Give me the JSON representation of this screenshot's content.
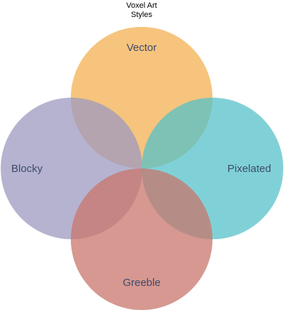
{
  "title": {
    "line1": "Voxel Art",
    "line2": "Styles"
  },
  "circles": [
    {
      "key": "vector",
      "label": "Vector",
      "color": "#f3b052"
    },
    {
      "key": "blocky",
      "label": "Blocky",
      "color": "#9d99c0"
    },
    {
      "key": "pixelated",
      "label": "Pixelated",
      "color": "#56c1c9"
    },
    {
      "key": "greeble",
      "label": "Greeble",
      "color": "#c8756b"
    }
  ]
}
